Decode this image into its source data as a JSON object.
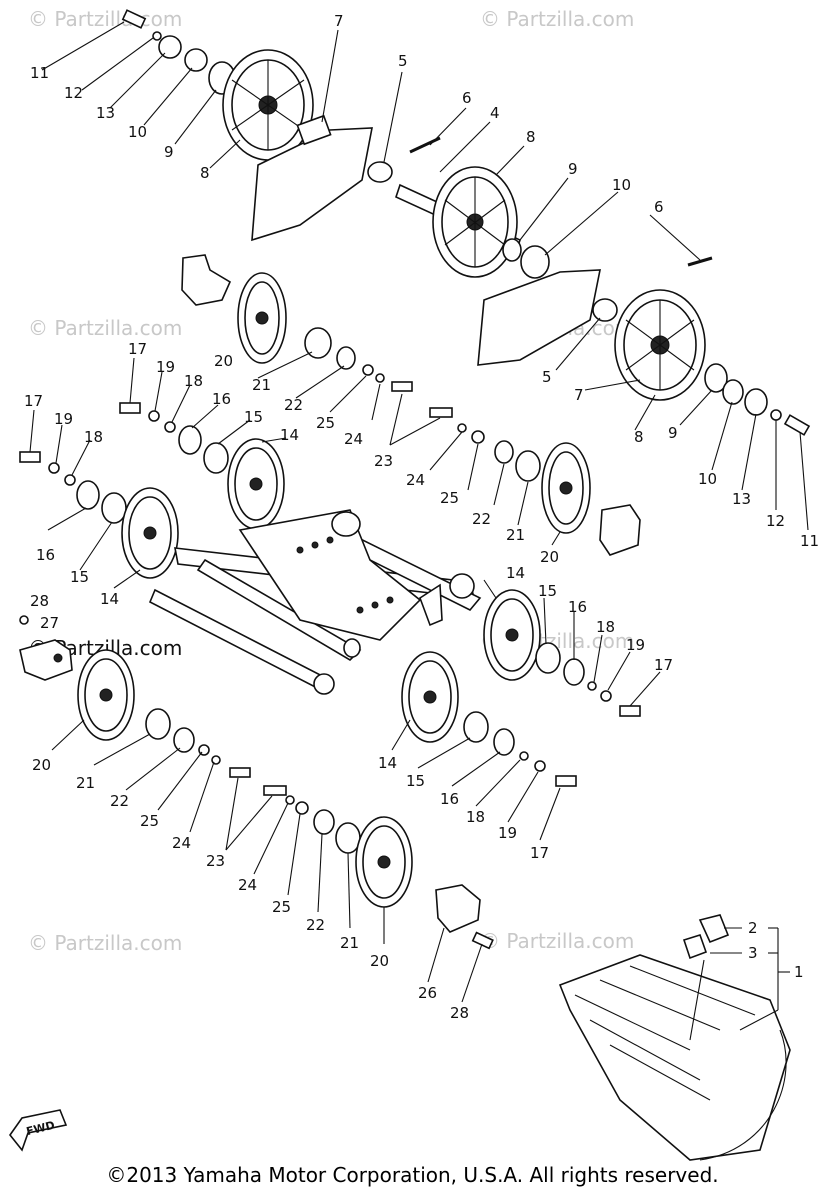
{
  "watermark": "© Partzilla.com",
  "copyright": "©2013 Yamaha Motor Corporation, U.S.A. All rights reserved.",
  "fwd_label": "FWD",
  "callouts": {
    "c1": "1",
    "c2": "2",
    "c3": "3",
    "c4": "4",
    "c5a": "5",
    "c5b": "5",
    "c6a": "6",
    "c6b": "6",
    "c7a": "7",
    "c7b": "7",
    "c8a": "8",
    "c8b": "8",
    "c8c": "8",
    "c9a": "9",
    "c9b": "9",
    "c9c": "9",
    "c10a": "10",
    "c10b": "10",
    "c10c": "10",
    "c11a": "11",
    "c11b": "11",
    "c12a": "12",
    "c12b": "12",
    "c13a": "13",
    "c13b": "13",
    "c14a": "14",
    "c14b": "14",
    "c14c": "14",
    "c14d": "14",
    "c14e": "14",
    "c15a": "15",
    "c15b": "15",
    "c15c": "15",
    "c15d": "15",
    "c15e": "15",
    "c16a": "16",
    "c16b": "16",
    "c16c": "16",
    "c16d": "16",
    "c16e": "16",
    "c17a": "17",
    "c17b": "17",
    "c17c": "17",
    "c17d": "17",
    "c18a": "18",
    "c18b": "18",
    "c18c": "18",
    "c18d": "18",
    "c19a": "19",
    "c19b": "19",
    "c19c": "19",
    "c19d": "19",
    "c20a": "20",
    "c20b": "20",
    "c20c": "20",
    "c20d": "20",
    "c21a": "21",
    "c21b": "21",
    "c21c": "21",
    "c21d": "21",
    "c22a": "22",
    "c22b": "22",
    "c22c": "22",
    "c22d": "22",
    "c23a": "23",
    "c23b": "23",
    "c24a": "24",
    "c24b": "24",
    "c24c": "24",
    "c24d": "24",
    "c25a": "25",
    "c25b": "25",
    "c25c": "25",
    "c25d": "25",
    "c26": "26",
    "c27": "27",
    "c28a": "28",
    "c28b": "28"
  }
}
